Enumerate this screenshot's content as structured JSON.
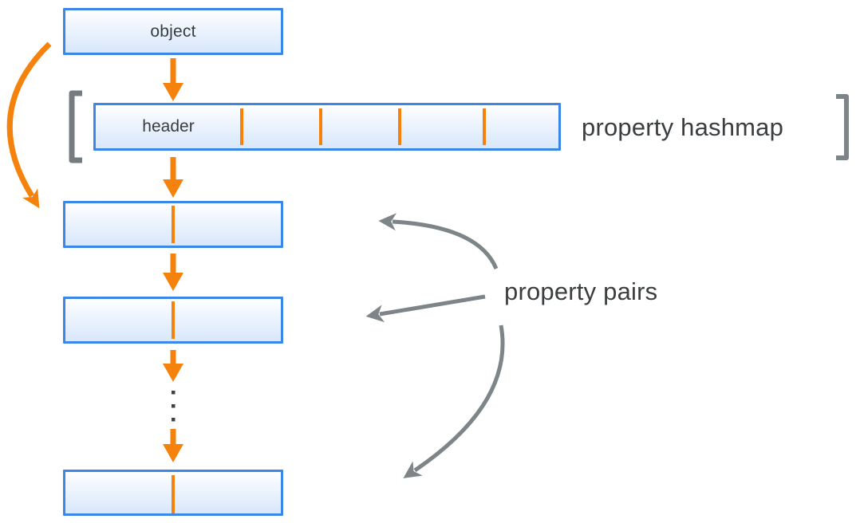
{
  "diagram": {
    "object_box": {
      "label": "object"
    },
    "hashmap": {
      "header_label": "header",
      "label": "property hashmap",
      "cell_count": 5,
      "divider_count": 4
    },
    "pairs": {
      "label": "property pairs",
      "box_count": 3
    },
    "icons": {
      "vertical_ellipsis": "⋮",
      "down_arrow": "↓",
      "left_bracket": "[",
      "right_bracket": "]"
    },
    "colors": {
      "accent_orange": "#F5820D",
      "box_border_blue": "#3B87E8",
      "box_fill_top": "#FEFFFF",
      "box_fill_bottom": "#D8E7FB",
      "arrow_gray": "#7D8588",
      "text_dark": "#3B3E40"
    }
  }
}
